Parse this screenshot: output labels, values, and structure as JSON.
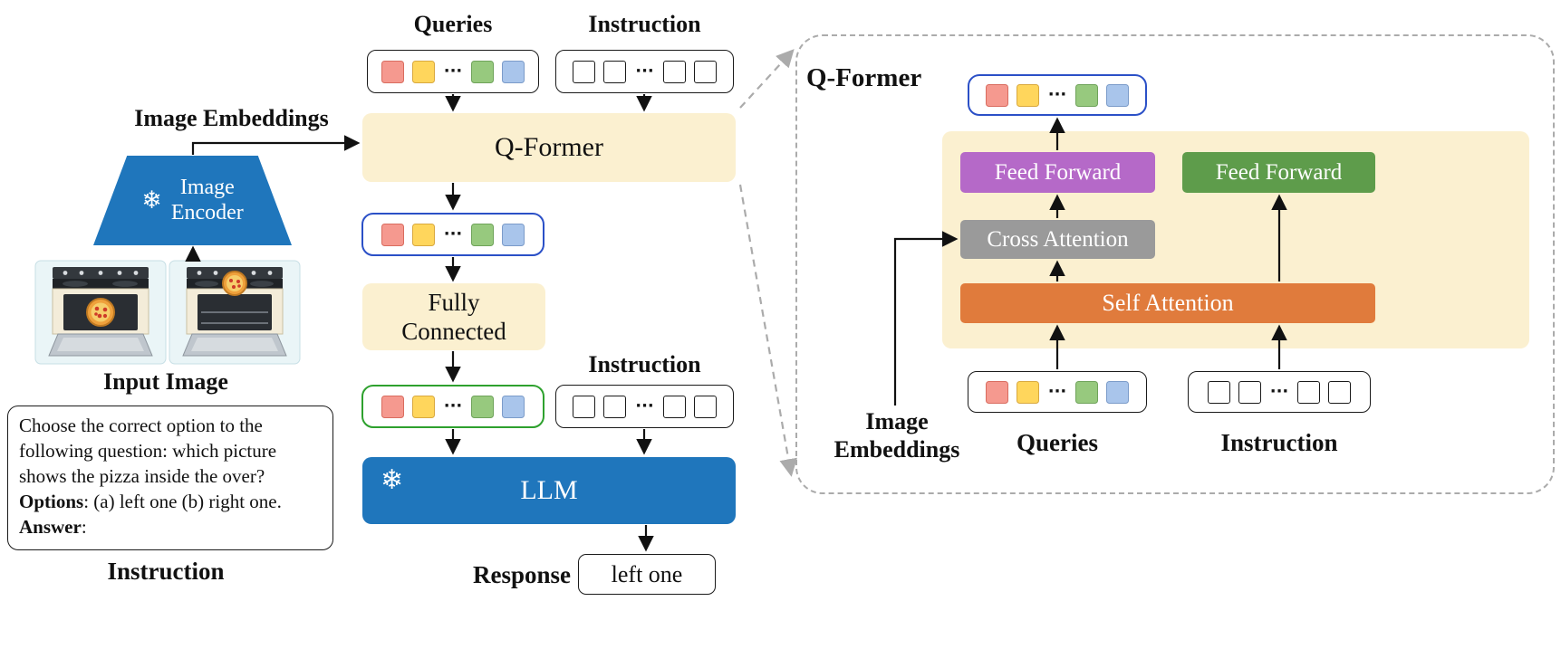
{
  "colors": {
    "beige": "#FBF0D0",
    "blue": "#1F76BC",
    "token_red": "#F5998F",
    "token_red_border": "#D96C5F",
    "token_yellow": "#FFD65C",
    "token_yellow_border": "#D9A93F",
    "token_green": "#97C97E",
    "token_green_border": "#6FA35A",
    "token_blue": "#A9C5EB",
    "token_blue_border": "#7B9BC9",
    "outline_blue": "#2B50C7",
    "outline_green": "#2EA12E",
    "purple": "#B569C8",
    "green_box": "#5E9C4B",
    "gray_box": "#9A9A9A",
    "orange": "#E07B3C",
    "dashed_gray": "#ABABAB"
  },
  "glyphs": {
    "snowflake": "❄",
    "dots": "···"
  },
  "left": {
    "image_embeddings_label": "Image Embeddings",
    "image_encoder_line1": "Image",
    "image_encoder_line2": "Encoder",
    "input_image_label": "Input Image",
    "instruction_text": "Choose the correct option to the following question: which picture shows the pizza inside the over?",
    "options_label": "Options",
    "options_text": ": (a) left one (b) right one.",
    "answer_label": "Answer",
    "answer_text": ":",
    "instruction_caption": "Instruction"
  },
  "center": {
    "queries_label": "Queries",
    "instruction_label_top": "Instruction",
    "qformer_label": "Q-Former",
    "fully_connected_line1": "Fully",
    "fully_connected_line2": "Connected",
    "instruction_label_mid": "Instruction",
    "llm_label": "LLM",
    "response_label": "Response",
    "response_value": "left one"
  },
  "panel": {
    "title": "Q-Former",
    "feed_forward_left_label": "Feed Forward",
    "feed_forward_right_label": "Feed Forward",
    "cross_attention_label": "Cross Attention",
    "self_attention_label": "Self Attention",
    "queries_label": "Queries",
    "instruction_label": "Instruction",
    "image_embeddings_line1": "Image",
    "image_embeddings_line2": "Embeddings"
  }
}
